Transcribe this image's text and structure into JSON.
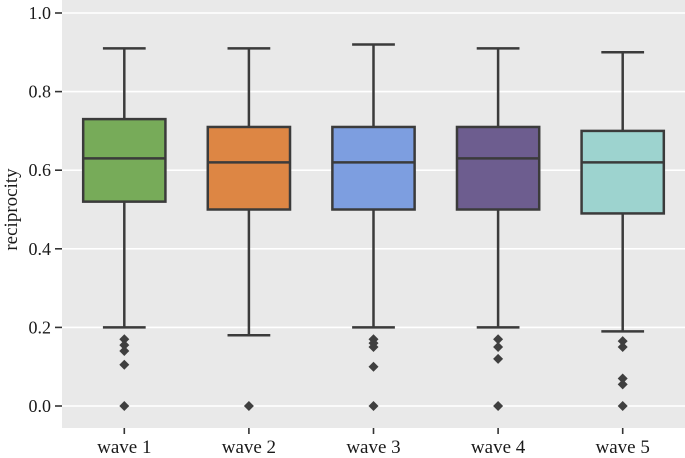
{
  "chart_data": {
    "type": "boxplot",
    "title": "",
    "xlabel": "",
    "ylabel": "reciprocity",
    "ylim": [
      0.0,
      1.0
    ],
    "yticks": [
      0.0,
      0.2,
      0.4,
      0.6,
      0.8,
      1.0
    ],
    "ytick_labels": [
      "0.0",
      "0.2",
      "0.4",
      "0.6",
      "0.8",
      "1.0"
    ],
    "grid": true,
    "plot_background": "#e9e9e9",
    "gridline_color": "#ffffff",
    "box_edge_color": "#3b3b3b",
    "categories": [
      "wave 1",
      "wave 2",
      "wave 3",
      "wave 4",
      "wave 5"
    ],
    "series": [
      {
        "name": "wave 1",
        "color": "#77ab59",
        "whisker_low": 0.2,
        "q1": 0.52,
        "median": 0.63,
        "q3": 0.73,
        "whisker_high": 0.91,
        "outliers": [
          0.17,
          0.155,
          0.14,
          0.105,
          0.0
        ]
      },
      {
        "name": "wave 2",
        "color": "#dd8644",
        "whisker_low": 0.18,
        "q1": 0.5,
        "median": 0.62,
        "q3": 0.71,
        "whisker_high": 0.91,
        "outliers": [
          0.0
        ]
      },
      {
        "name": "wave 3",
        "color": "#7d9ee0",
        "whisker_low": 0.2,
        "q1": 0.5,
        "median": 0.62,
        "q3": 0.71,
        "whisker_high": 0.92,
        "outliers": [
          0.17,
          0.16,
          0.15,
          0.1,
          0.0
        ]
      },
      {
        "name": "wave 4",
        "color": "#6d5d8f",
        "whisker_low": 0.2,
        "q1": 0.5,
        "median": 0.63,
        "q3": 0.71,
        "whisker_high": 0.91,
        "outliers": [
          0.17,
          0.15,
          0.12,
          0.0
        ]
      },
      {
        "name": "wave 5",
        "color": "#9dd3cf",
        "whisker_low": 0.19,
        "q1": 0.49,
        "median": 0.62,
        "q3": 0.7,
        "whisker_high": 0.9,
        "outliers": [
          0.165,
          0.15,
          0.07,
          0.055,
          0.0
        ]
      }
    ]
  }
}
